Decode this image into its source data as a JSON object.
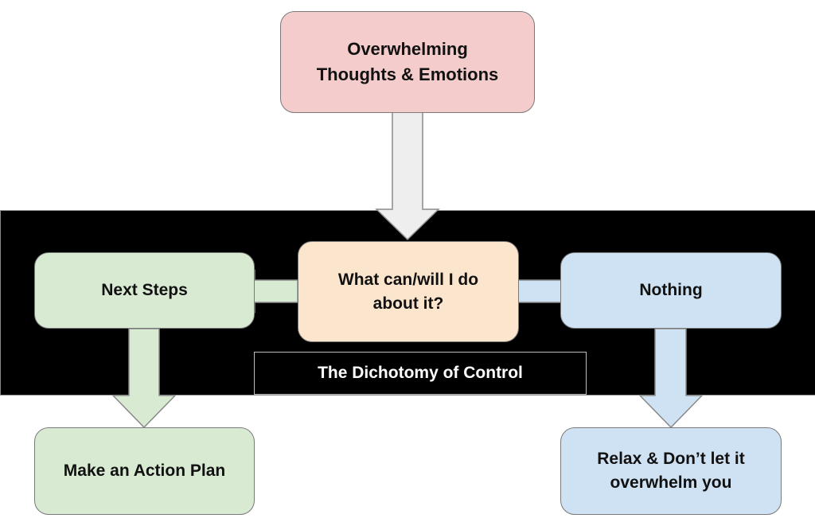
{
  "diagram": {
    "colors": {
      "pink": "#f4cccc",
      "orange": "#fce5cd",
      "green": "#d9ead3",
      "blue": "#cfe2f3",
      "gray_arrow": "#eeeeee",
      "band": "#000000"
    },
    "nodes": {
      "top": {
        "text": "Overwhelming\nThoughts & Emotions"
      },
      "center": {
        "text": "What can/will I do\nabout it?"
      },
      "left": {
        "text": "Next Steps"
      },
      "right": {
        "text": "Nothing"
      },
      "bottom_left": {
        "text": "Make an Action Plan"
      },
      "bottom_right": {
        "text": "Relax & Don’t let it\noverwhelm you"
      }
    },
    "band_label": "The Dichotomy of Control",
    "edges": [
      {
        "from": "top",
        "to": "center"
      },
      {
        "from": "center",
        "to": "left"
      },
      {
        "from": "center",
        "to": "right"
      },
      {
        "from": "left",
        "to": "bottom_left"
      },
      {
        "from": "right",
        "to": "bottom_right"
      }
    ]
  }
}
